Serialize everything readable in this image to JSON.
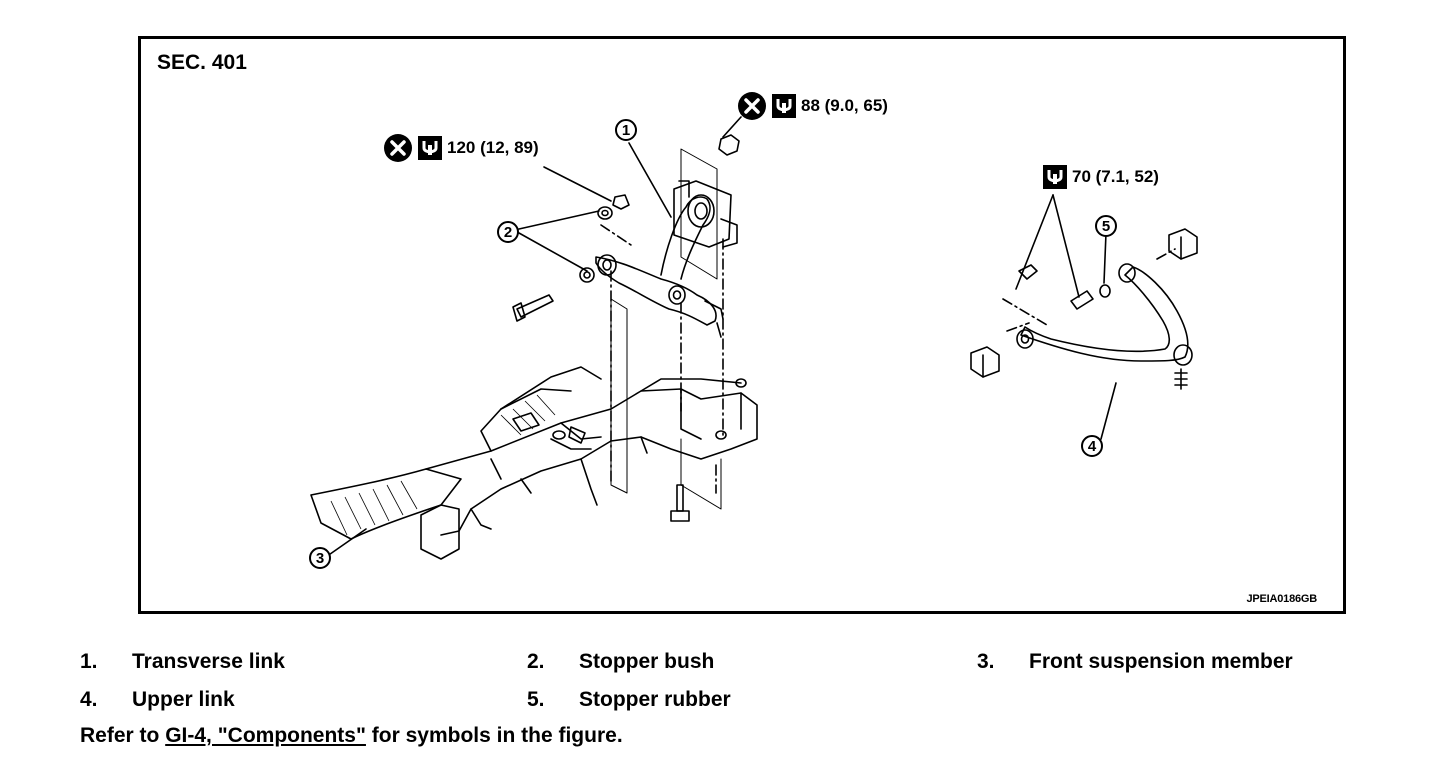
{
  "figure": {
    "section_label": "SEC. 401",
    "figure_code": "JPEIA0186GB",
    "torques": [
      {
        "text": "120 (12, 89)",
        "symbols": [
          "never-reuse-icon",
          "wrench-torque-icon"
        ]
      },
      {
        "text": "88 (9.0, 65)",
        "symbols": [
          "never-reuse-icon",
          "wrench-torque-icon"
        ]
      },
      {
        "text": "70 (7.1, 52)",
        "symbols": [
          "wrench-torque-icon"
        ]
      }
    ],
    "callouts": [
      "1",
      "2",
      "3",
      "4",
      "5"
    ]
  },
  "legend": [
    {
      "num": "1.",
      "label": "Transverse link"
    },
    {
      "num": "2.",
      "label": "Stopper bush"
    },
    {
      "num": "3.",
      "label": "Front suspension member"
    },
    {
      "num": "4.",
      "label": "Upper link"
    },
    {
      "num": "5.",
      "label": "Stopper rubber"
    }
  ],
  "note": {
    "prefix": "Refer to ",
    "link": "GI-4, \"Components\"",
    "suffix": " for symbols in the figure."
  }
}
